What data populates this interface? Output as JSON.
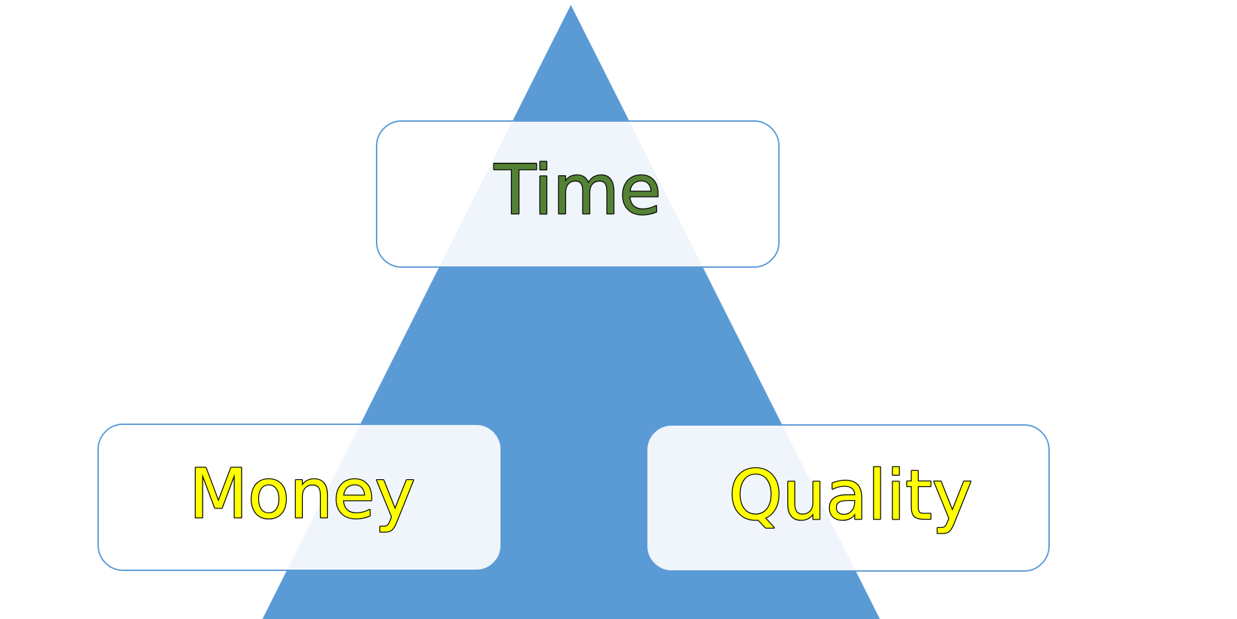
{
  "diagram": {
    "type": "triangle-with-labeled-boxes",
    "triangle_color": "#5B9BD5",
    "box_fill": "#FFFFFF",
    "box_border": "#5B9BD5",
    "nodes": [
      {
        "id": "time",
        "label": "Time",
        "text_color": "#548235",
        "position": "top"
      },
      {
        "id": "money",
        "label": "Money",
        "text_color": "#FFFF00",
        "position": "bottom-left"
      },
      {
        "id": "quality",
        "label": "Quality",
        "text_color": "#FFFF00",
        "position": "bottom-right"
      }
    ]
  }
}
